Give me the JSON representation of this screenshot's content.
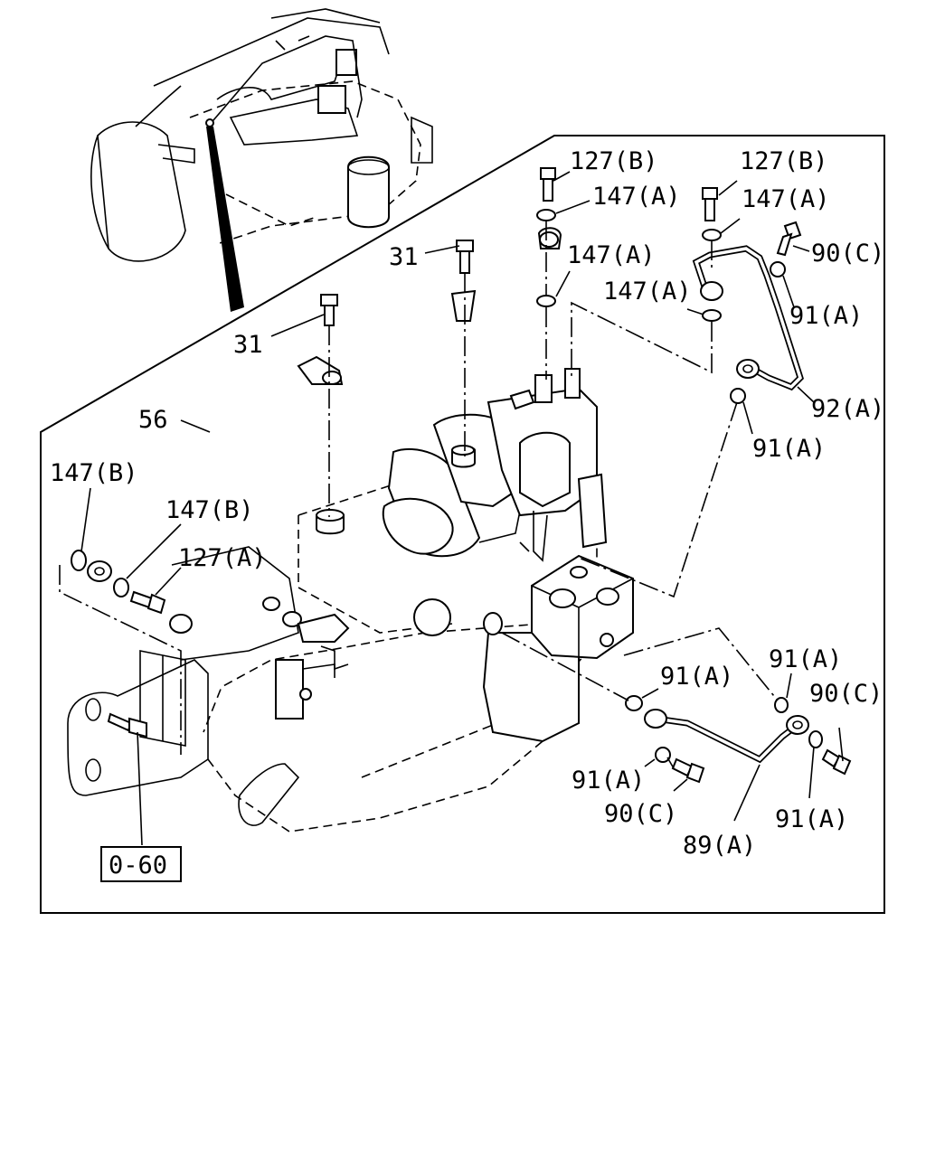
{
  "labels": {
    "l127b_1": "127(B)",
    "l127b_2": "127(B)",
    "l147a_1": "147(A)",
    "l147a_2": "147(A)",
    "l147a_3": "147(A)",
    "l147a_4": "147(A)",
    "l31_1": "31",
    "l31_2": "31",
    "l90c_1": "90(C)",
    "l91a_1": "91(A)",
    "l92a": "92(A)",
    "l91a_2": "91(A)",
    "l56": "56",
    "l147b_1": "147(B)",
    "l147b_2": "147(B)",
    "l127a": "127(A)",
    "l91a_3": "91(A)",
    "l91a_4": "91(A)",
    "l90c_2": "90(C)",
    "l91a_5": "91(A)",
    "l90c_3": "90(C)",
    "l91a_6": "91(A)",
    "l89a": "89(A)",
    "ref_box": "0-60"
  }
}
